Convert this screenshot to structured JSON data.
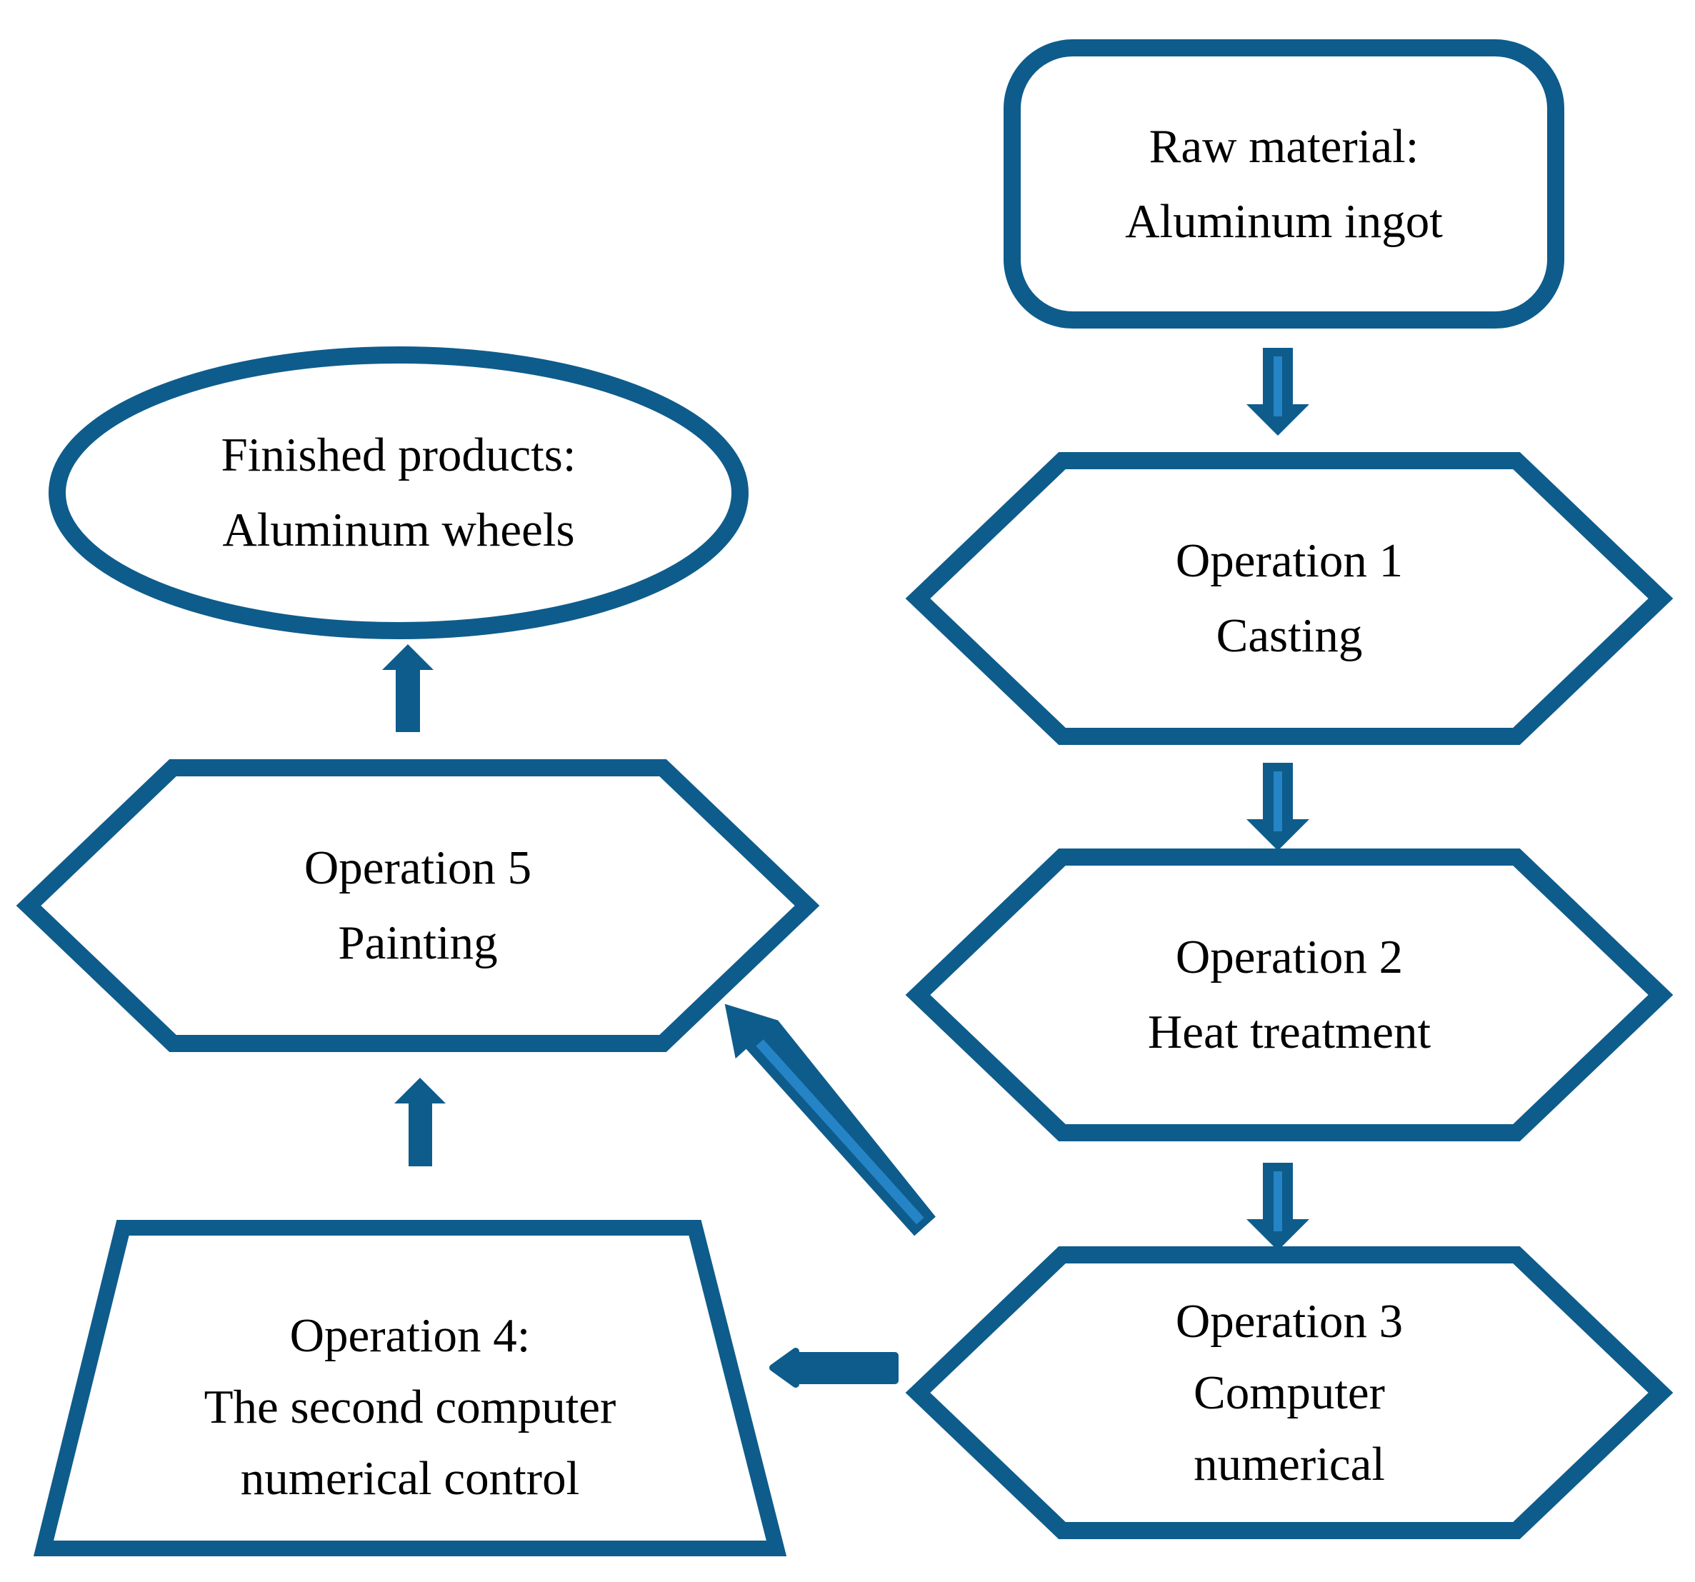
{
  "diagram": {
    "type": "flowchart",
    "subject": "Aluminum wheel manufacturing process",
    "colors": {
      "shape_border": "#0E5C8C",
      "arrow_fill": "#0E5C8C",
      "arrow_stripe": "#2584C6",
      "text": "#000000",
      "background": "#FFFFFF"
    },
    "nodes": {
      "raw_material": {
        "shape": "rounded-rectangle",
        "lines": [
          "Raw material:",
          "Aluminum ingot"
        ]
      },
      "operation1": {
        "shape": "hexagon",
        "lines": [
          "Operation 1",
          "Casting"
        ]
      },
      "operation2": {
        "shape": "hexagon",
        "lines": [
          "Operation 2",
          "Heat treatment"
        ]
      },
      "operation3": {
        "shape": "hexagon",
        "lines": [
          "Operation 3",
          "Computer",
          "numerical"
        ]
      },
      "operation4": {
        "shape": "trapezoid",
        "lines": [
          "Operation 4:",
          "The second computer",
          "numerical control"
        ]
      },
      "operation5": {
        "shape": "hexagon",
        "lines": [
          "Operation 5",
          "Painting"
        ]
      },
      "finished_products": {
        "shape": "ellipse",
        "lines": [
          "Finished products:",
          "Aluminum wheels"
        ]
      }
    },
    "edges": [
      {
        "from": "raw_material",
        "to": "operation1",
        "direction": "down"
      },
      {
        "from": "operation1",
        "to": "operation2",
        "direction": "down"
      },
      {
        "from": "operation2",
        "to": "operation3",
        "direction": "down"
      },
      {
        "from": "operation3",
        "to": "operation4",
        "direction": "left"
      },
      {
        "from": "operation3",
        "to": "operation5",
        "direction": "diagonal-up-left"
      },
      {
        "from": "operation4",
        "to": "operation5",
        "direction": "up"
      },
      {
        "from": "operation5",
        "to": "finished_products",
        "direction": "up"
      }
    ]
  }
}
